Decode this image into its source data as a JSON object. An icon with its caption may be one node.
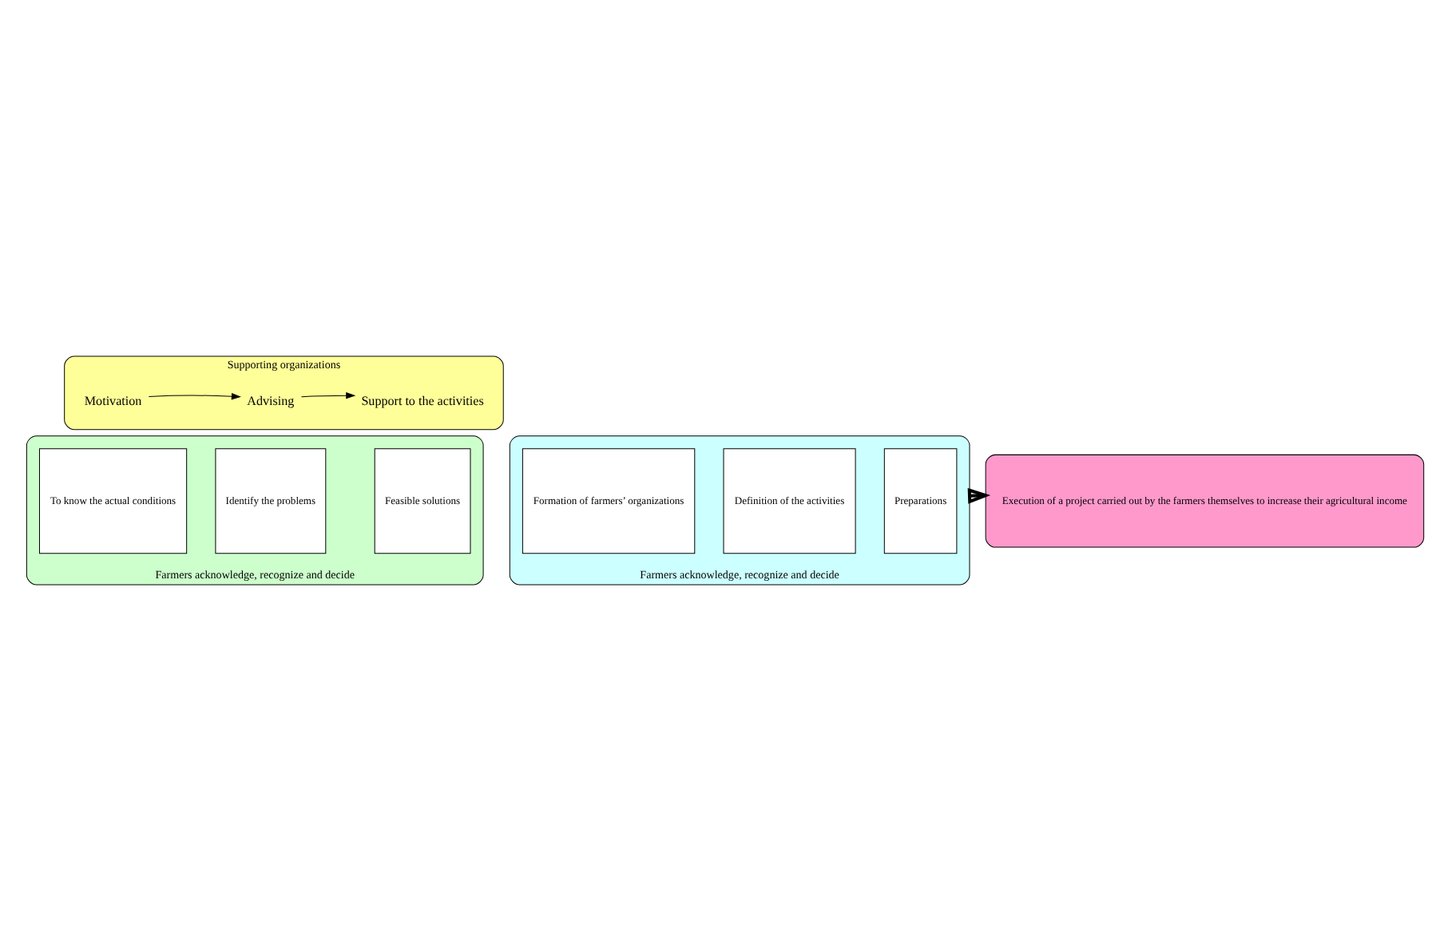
{
  "diagram": {
    "nodes": [
      {
        "text": [
          "Farmers acknowledge, recognize and decide"
        ]
      },
      {
        "text": [
          "To know the actual conditions"
        ],
        "in": 0
      },
      {
        "text": [
          "Identify the problems"
        ],
        "in": 0
      },
      {
        "text": [
          "Feasible solutions"
        ],
        "in": 0
      },
      {
        "text": [
          "Farmers acknowledge, recognize and decide"
        ]
      },
      {
        "text": [
          "Formation of farmers’ organizations"
        ],
        "in": 4
      },
      {
        "text": [
          "Definition of the activities"
        ],
        "in": 4
      },
      {
        "text": [
          "Preparations"
        ],
        "in": 4
      },
      {
        "text": [
          "Execution of a project carried out by the farmers themselves to increase their agricultural income"
        ]
      },
      {
        "text": [
          "Supporting organizations"
        ]
      },
      {
        "text": [
          "Motivation"
        ],
        "in": 9
      },
      {
        "text": [
          "Advising"
        ],
        "in": 9
      },
      {
        "text": [
          "Support to the activities"
        ],
        "in": 9
      }
    ],
    "edges": [
      {
        "from": 4,
        "to": 8,
        "arrow": "to",
        "style": "thick"
      },
      {
        "from": 10,
        "to": 11,
        "arrow": "to"
      },
      {
        "from": 11,
        "to": 12,
        "arrow": "to"
      }
    ]
  }
}
